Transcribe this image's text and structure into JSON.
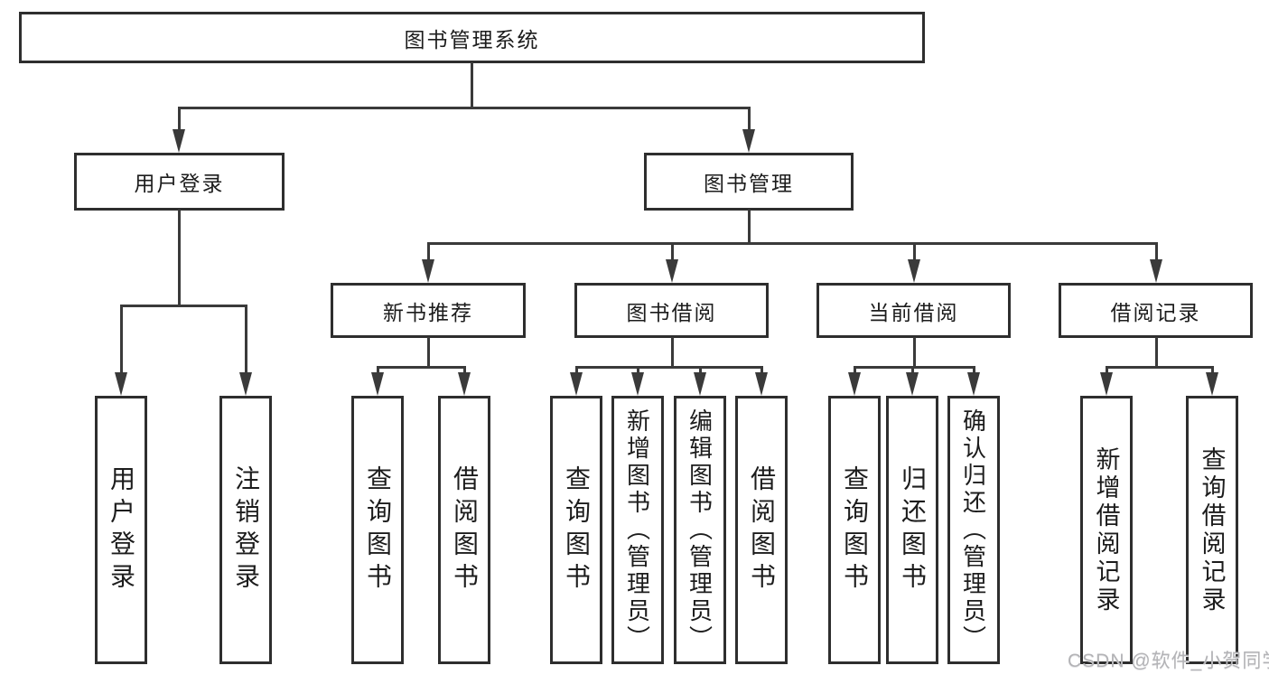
{
  "diagram": {
    "root": {
      "label": "图书管理系统"
    },
    "children": [
      {
        "label": "用户登录",
        "children": [
          {
            "label": "用户登录"
          },
          {
            "label": "注销登录"
          }
        ]
      },
      {
        "label": "图书管理",
        "children": [
          {
            "label": "新书推荐",
            "children": [
              {
                "label": "查询图书"
              },
              {
                "label": "借阅图书"
              }
            ]
          },
          {
            "label": "图书借阅",
            "children": [
              {
                "label": "查询图书"
              },
              {
                "label": "新增图书（管理员）"
              },
              {
                "label": "编辑图书（管理员）"
              },
              {
                "label": "借阅图书"
              }
            ]
          },
          {
            "label": "当前借阅",
            "children": [
              {
                "label": "查询图书"
              },
              {
                "label": "归还图书"
              },
              {
                "label": "确认归还（管理员）"
              }
            ]
          },
          {
            "label": "借阅记录",
            "children": [
              {
                "label": "新增借阅记录"
              },
              {
                "label": "查询借阅记录"
              }
            ]
          }
        ]
      }
    ]
  },
  "watermark": {
    "text": "CSDN @软件_小贺同学"
  },
  "colors": {
    "line": "#3a3a3a",
    "border": "#2e2e2e",
    "text": "#1c1c1c",
    "watermark": "#b3b3b6",
    "background": "#ffffff"
  }
}
